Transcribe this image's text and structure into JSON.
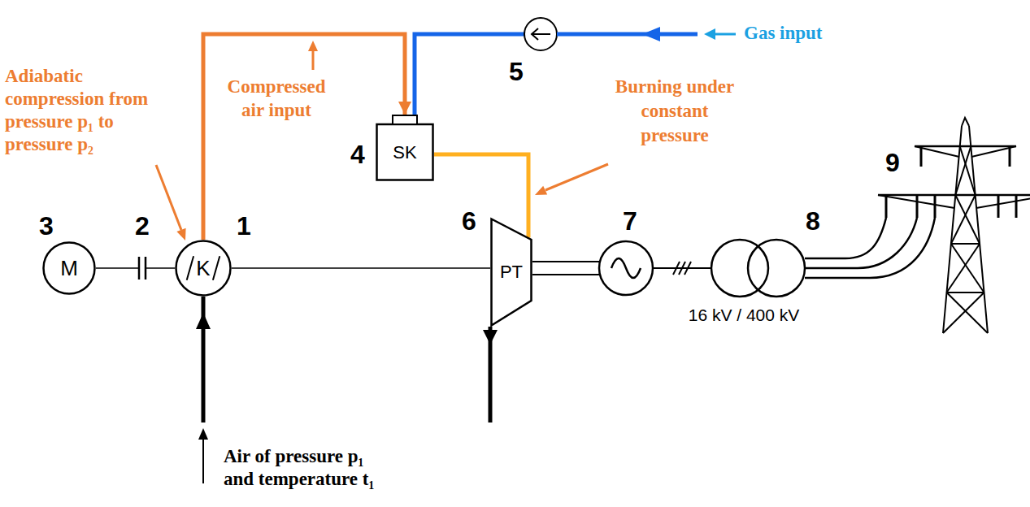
{
  "diagram": {
    "nodes": [
      {
        "text": [
          "M"
        ]
      },
      {
        "text": [
          "K"
        ]
      },
      {
        "text": [
          "SK"
        ]
      },
      {
        "text": [
          "PT"
        ]
      }
    ],
    "edges": [
      {
        "from": 0,
        "to": 1,
        "arrow": "none"
      },
      {
        "from": 1,
        "to": 2,
        "arrow": "to"
      },
      {
        "from": 2,
        "to": 3,
        "arrow": "none"
      },
      {
        "from": 1,
        "to": 3,
        "arrow": "none"
      }
    ],
    "labels": [
      "Adiabatic compression from pressure p₁ to pressure p₂",
      "Compressed air input",
      "Gas input",
      "5",
      "Burning under constant pressure",
      "4",
      "9",
      "3",
      "2",
      "1",
      "6",
      "7",
      "8",
      "16 kV / 400 kV",
      "Air of pressure p₁ and temperature t₁"
    ]
  }
}
